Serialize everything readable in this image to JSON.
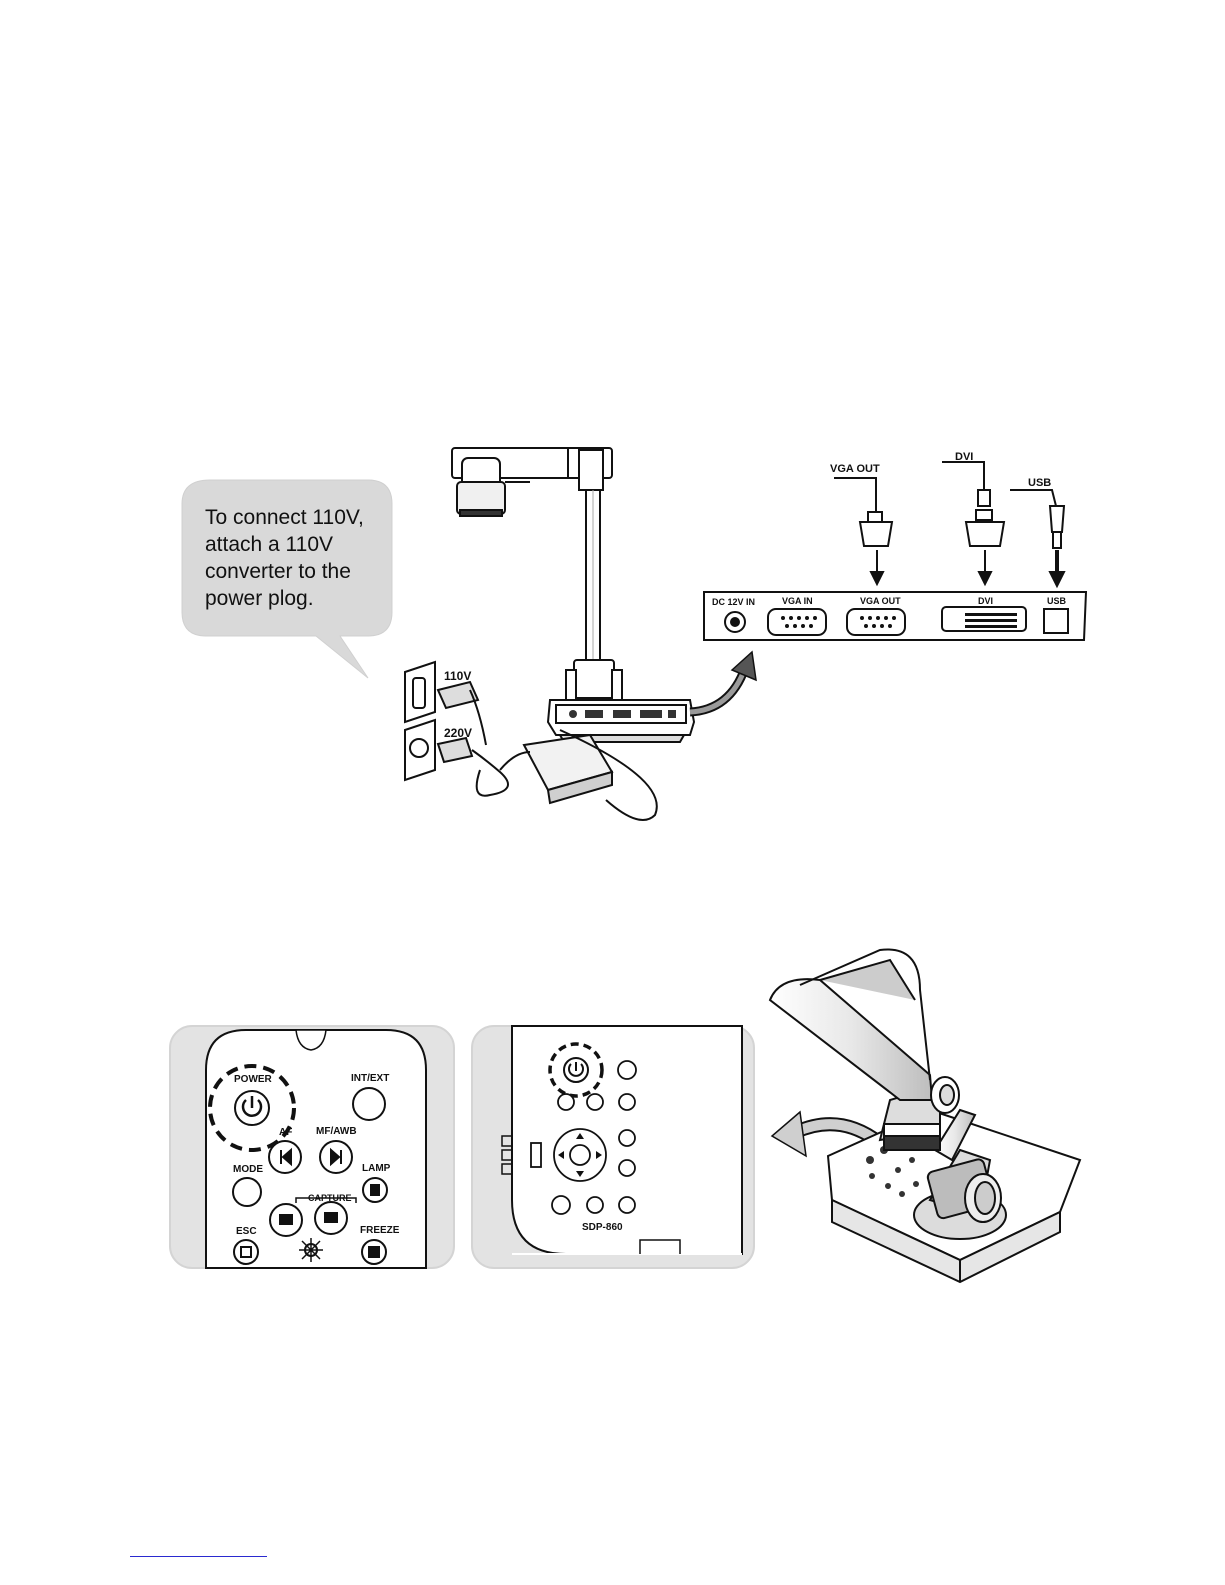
{
  "callout": {
    "lines": [
      "To connect 110V,",
      "attach a 110V",
      "converter to the",
      "power plog."
    ]
  },
  "power": {
    "outlet_110": "110V",
    "outlet_220": "220V"
  },
  "rear_panel": {
    "ports": [
      "DC 12V IN",
      "VGA IN",
      "VGA OUT",
      "DVI",
      "USB"
    ]
  },
  "cables": {
    "vga": "VGA OUT",
    "dvi": "DVI",
    "usb": "USB"
  },
  "remote": {
    "power": "POWER",
    "intext": "INT/EXT",
    "af": "AF",
    "mfawb": "MF/AWB",
    "mode": "MODE",
    "lamp": "LAMP",
    "capture": "CAPTURE",
    "esc": "ESC",
    "freeze": "FREEZE"
  },
  "panel": {
    "model": "SDP-860"
  },
  "colors": {
    "callout_fill": "#d9d9d9",
    "panel_fill": "#e3e3e3",
    "ink": "#111111"
  }
}
